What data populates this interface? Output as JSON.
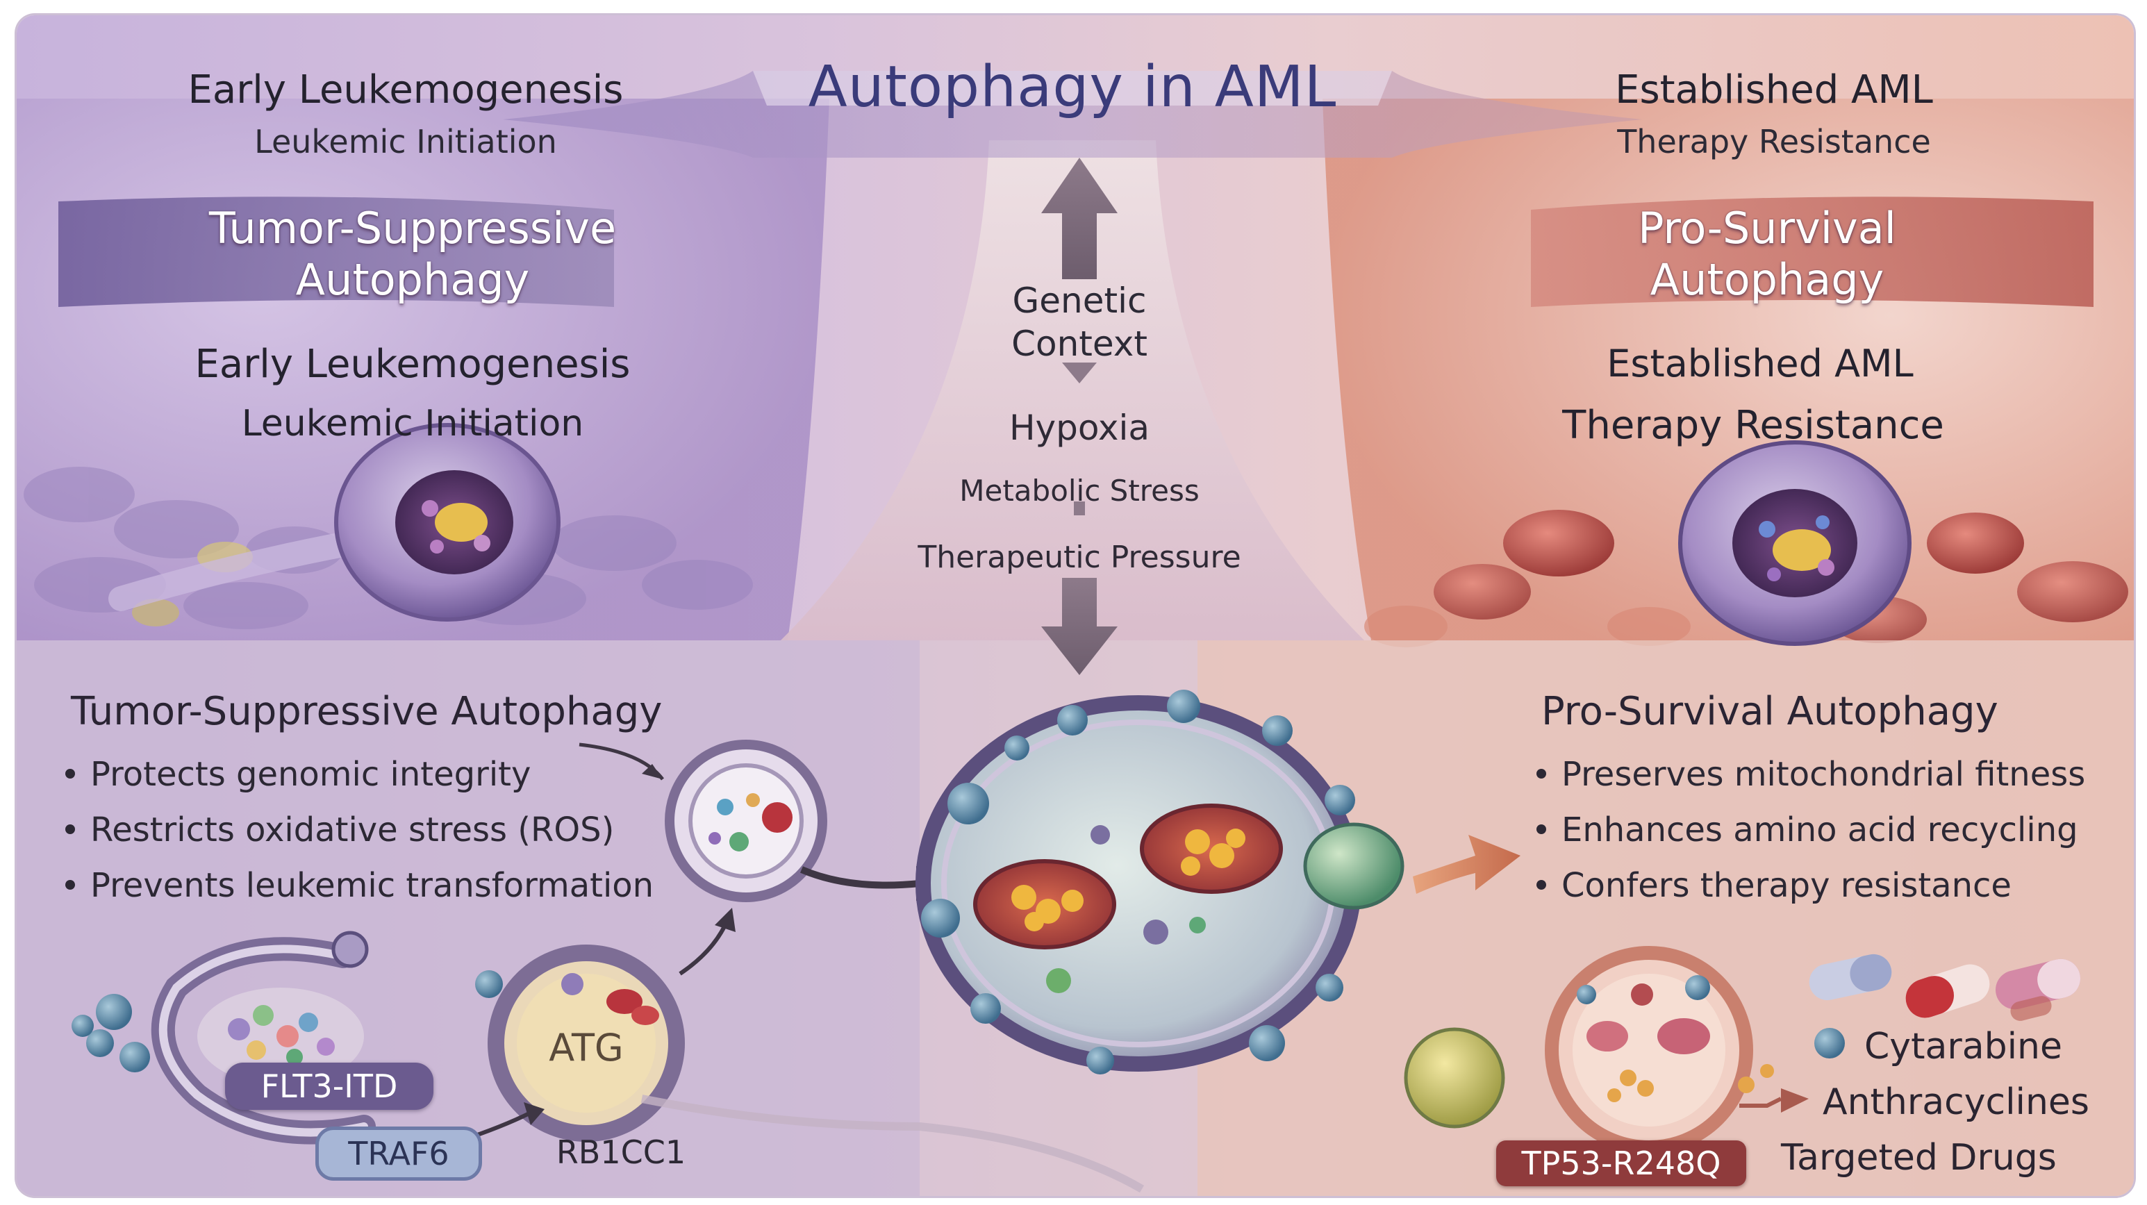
{
  "title": "Autophagy in AML",
  "left_header": {
    "title": "Early Leukemogenesis",
    "subtitle": "Leukemic Initiation"
  },
  "right_header": {
    "title": "Established AML",
    "subtitle": "Therapy Resistance"
  },
  "left_ribbon": {
    "line1": "Tumor-Suppressive",
    "line2": "Autophagy"
  },
  "right_ribbon": {
    "line1": "Pro-Survival",
    "line2": "Autophagy"
  },
  "left_stage": {
    "title": "Early Leukemogenesis",
    "subtitle": "Leukemic Initiation"
  },
  "right_stage": {
    "title": "Established AML",
    "subtitle": "Therapy Resistance"
  },
  "center": {
    "context_line1": "Genetic",
    "context_line2": "Context",
    "factors": [
      "Hypoxia",
      "Metabolic Stress",
      "Therapeutic Pressure"
    ]
  },
  "left_section": {
    "title": "Tumor-Suppressive Autophagy",
    "bullets": [
      "Protects genomic integrity",
      "Restricts oxidative stress (ROS)",
      "Prevents leukemic transformation"
    ]
  },
  "right_section": {
    "title": "Pro-Survival Autophagy",
    "bullets": [
      "Preserves mitochondrial fitness",
      "Enhances amino acid recycling",
      "Confers therapy resistance"
    ]
  },
  "genes": {
    "flt3": "FLT3-ITD",
    "traf6": "TRAF6",
    "atg": "ATG",
    "rb1cc1": "RB1CC1",
    "tp53": "TP53-R248Q"
  },
  "drugs": [
    "Cytarabine",
    "Anthracyclines",
    "Targeted Drugs"
  ],
  "colors": {
    "title": "#3a3b7a",
    "left_theme": "#7c67a8",
    "right_theme": "#c7685a"
  }
}
